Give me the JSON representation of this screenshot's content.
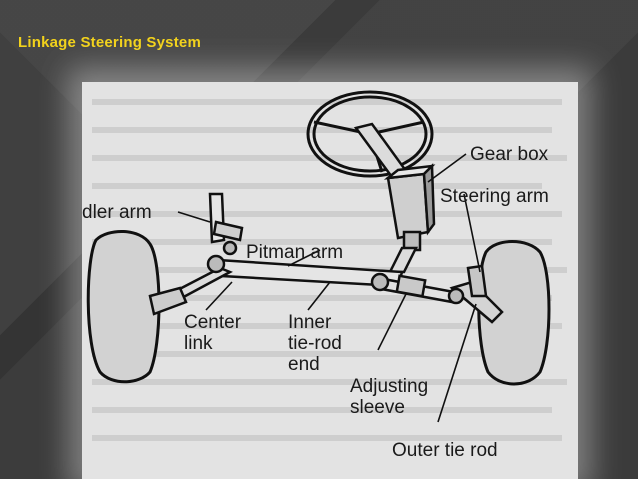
{
  "slide": {
    "title": "Linkage Steering System",
    "title_color": "#f2d21b",
    "background_color": "#3a3a3a"
  },
  "diagram": {
    "labels": {
      "gear_box": "Gear box",
      "steering_arm": "Steering arm",
      "idler_arm": "dler arm",
      "pitman_arm": "Pitman arm",
      "center_link": "Center\nlink",
      "inner_tie_rod_end": "Inner\ntie-rod\nend",
      "adjusting_sleeve": "Adjusting\nsleeve",
      "outer_tie_rod": "Outer tie rod"
    }
  }
}
